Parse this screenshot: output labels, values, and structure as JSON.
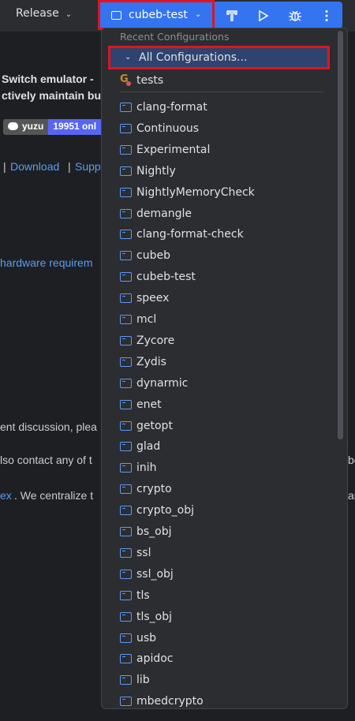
{
  "toolbar": {
    "build_type": "Release",
    "run_config": "cubeb-test",
    "icons": [
      "hammer-icon",
      "run-icon",
      "debug-icon",
      "more-icon"
    ]
  },
  "background": {
    "line1": "Switch emulator -",
    "line2": "ctively maintain bu",
    "badge_label": "yuzu",
    "badge_value": "19951 onl",
    "links_sep1": "|",
    "links_download": "Download",
    "links_sep2": "|",
    "links_support": "Supp",
    "hardware": "hardware requirem",
    "discussion": "ent discussion, plea",
    "contact": "lso contact any of t",
    "contact_tail": "be",
    "centralize_link": "ex",
    "centralize_text": ". We centralize t",
    "centralize_tail": "ar"
  },
  "popup": {
    "section_header": "Recent Configurations",
    "all_configurations": "All Configurations...",
    "tests": "tests",
    "items": [
      "clang-format",
      "Continuous",
      "Experimental",
      "Nightly",
      "NightlyMemoryCheck",
      "demangle",
      "clang-format-check",
      "cubeb",
      "cubeb-test",
      "speex",
      "mcl",
      "Zycore",
      "Zydis",
      "dynarmic",
      "enet",
      "getopt",
      "glad",
      "inih",
      "crypto",
      "crypto_obj",
      "bs_obj",
      "ssl",
      "ssl_obj",
      "tls",
      "tls_obj",
      "usb",
      "apidoc",
      "lib",
      "mbedcrypto"
    ]
  },
  "colors": {
    "accent": "#3574f0",
    "highlight_border": "#e0141e",
    "selected_row": "#2e436e",
    "link": "#589df6"
  }
}
